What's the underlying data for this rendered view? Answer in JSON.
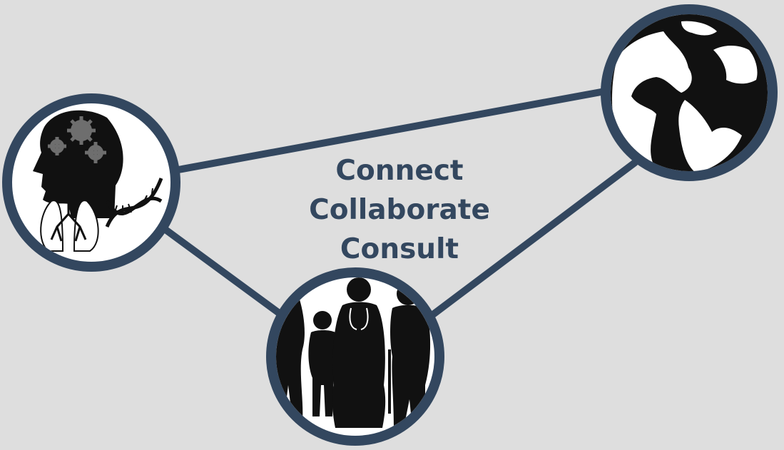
{
  "tagline": {
    "line1": "Connect",
    "line2": "Collaborate",
    "line3": "Consult"
  },
  "colors": {
    "background": "#dedede",
    "ring": "#33475f",
    "circle_fill": "#ffffff",
    "silhouette": "#111111",
    "gear": "#6e6e6e"
  },
  "nodes": [
    {
      "name": "science-node",
      "icons": [
        "head-silhouette-icon",
        "gears-icon",
        "lungs-icon",
        "dna-helix-icon"
      ]
    },
    {
      "name": "globe-node",
      "icons": [
        "earth-globe-icon"
      ]
    },
    {
      "name": "people-node",
      "icons": [
        "patients-and-doctor-silhouette-icon"
      ]
    }
  ],
  "connections": [
    [
      "science-node",
      "globe-node"
    ],
    [
      "science-node",
      "people-node"
    ],
    [
      "people-node",
      "globe-node"
    ]
  ]
}
